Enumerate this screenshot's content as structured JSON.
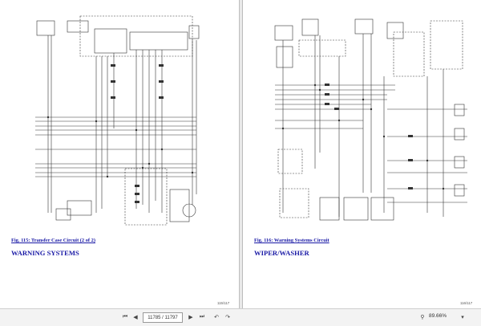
{
  "left_page": {
    "figure_caption": "Fig. 115: Transfer Case Circuit (2 of 2)",
    "section_heading": "WARNING SYSTEMS",
    "page_number": "115/117"
  },
  "right_page": {
    "figure_caption": "Fig. 116: Warning Systems Circuit",
    "section_heading": "WIPER/WASHER",
    "page_number": "116/117"
  },
  "toolbar": {
    "page_field": "11785 / 11797",
    "zoom_level": "89.66%"
  },
  "icons": {
    "first": "first-page-icon",
    "prev": "previous-page-icon",
    "next": "next-page-icon",
    "last": "last-page-icon",
    "back": "back-icon",
    "forward": "forward-icon",
    "zoom": "zoom-icon"
  }
}
